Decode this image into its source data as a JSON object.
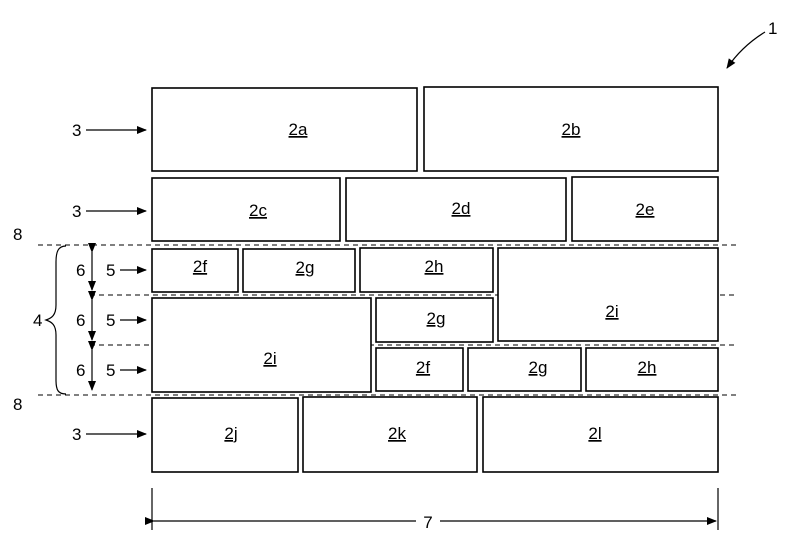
{
  "figure_number": "1",
  "blocks": {
    "b2a": "2a",
    "b2b": "2b",
    "b2c": "2c",
    "b2d": "2d",
    "b2e": "2e",
    "b2f_top": "2f",
    "b2g_top": "2g",
    "b2h_top": "2h",
    "b2i_right": "2i",
    "b2i_left": "2i",
    "b2g_mid": "2g",
    "b2f_bottom": "2f",
    "b2g_bottom": "2g",
    "b2h_bottom": "2h",
    "b2j": "2j",
    "b2k": "2k",
    "b2l": "2l"
  },
  "row_arrow_labels": {
    "row1": "3",
    "row2": "3",
    "row3": "5",
    "row4": "5",
    "row5": "5",
    "row6": "3"
  },
  "sub_row_height_labels": {
    "h1": "6",
    "h2": "6",
    "h3": "6"
  },
  "group_label": "4",
  "boundary_labels": {
    "top": "8",
    "bottom": "8"
  },
  "width_label": "7"
}
